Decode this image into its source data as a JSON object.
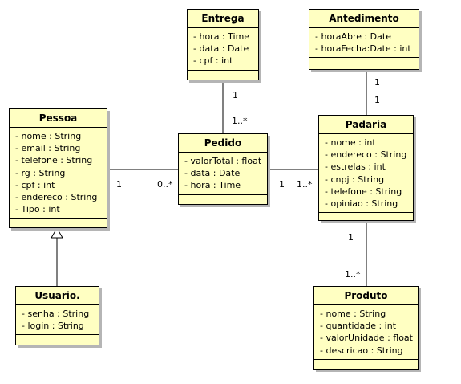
{
  "classes": [
    {
      "id": "entrega",
      "name": "Entrega",
      "attributes": [
        "- hora : Time",
        "- data : Date",
        "- cpf : int"
      ]
    },
    {
      "id": "antedimento",
      "name": "Antedimento",
      "attributes": [
        "- horaAbre : Date",
        "- horaFecha:Date : int"
      ]
    },
    {
      "id": "pessoa",
      "name": "Pessoa",
      "attributes": [
        "- nome : String",
        "- email : String",
        "- telefone : String",
        "- rg : String",
        "- cpf : int",
        "- endereco : String",
        "- Tipo : int"
      ]
    },
    {
      "id": "pedido",
      "name": "Pedido",
      "attributes": [
        "- valorTotal : float",
        "- data : Date",
        "- hora : Time"
      ]
    },
    {
      "id": "padaria",
      "name": "Padaria",
      "attributes": [
        "- nome : int",
        "- endereco : String",
        "- estrelas : int",
        "- cnpj : String",
        "- telefone : String",
        "- opiniao : String"
      ]
    },
    {
      "id": "usuario",
      "name": "Usuario.",
      "attributes": [
        "- senha : String",
        "- login : String"
      ]
    },
    {
      "id": "produto",
      "name": "Produto",
      "attributes": [
        "- nome : String",
        "- quantidade : int",
        "- valorUnidade : float",
        "- descricao : String"
      ]
    }
  ],
  "relations": [
    {
      "from": "entrega",
      "to": "pedido",
      "type": "association",
      "from_mult": "1",
      "to_mult": "1..*"
    },
    {
      "from": "antedimento",
      "to": "padaria",
      "type": "association",
      "from_mult": "1",
      "to_mult": "1"
    },
    {
      "from": "pessoa",
      "to": "pedido",
      "type": "association",
      "from_mult": "1",
      "to_mult": "0..*"
    },
    {
      "from": "pedido",
      "to": "padaria",
      "type": "association",
      "from_mult": "1",
      "to_mult": "1..*"
    },
    {
      "from": "padaria",
      "to": "produto",
      "type": "association",
      "from_mult": "1",
      "to_mult": "1..*"
    },
    {
      "from": "usuario",
      "to": "pessoa",
      "type": "generalization",
      "from_mult": "",
      "to_mult": ""
    }
  ]
}
